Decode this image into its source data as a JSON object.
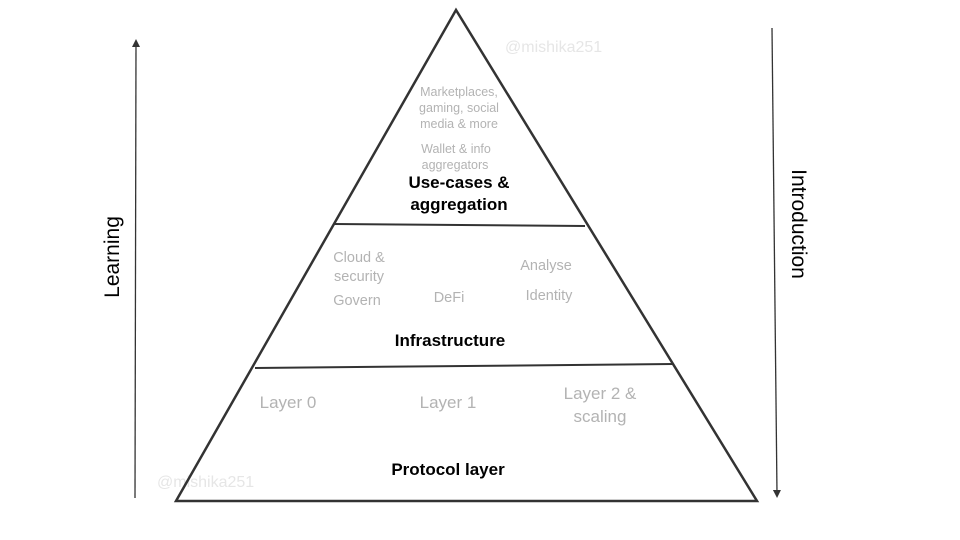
{
  "watermarks": {
    "top": "@mishika251",
    "bottom": "@mishika251"
  },
  "axes": {
    "left_label": "Learning",
    "right_label": "Introduction"
  },
  "tiers": {
    "use_cases": {
      "title_line1": "Use-cases &",
      "title_line2": "aggregation",
      "item_marketplaces_line1": "Marketplaces,",
      "item_marketplaces_line2": "gaming, social",
      "item_marketplaces_line3": "media & more",
      "item_wallet_line1": "Wallet & info",
      "item_wallet_line2": "aggregators"
    },
    "infrastructure": {
      "title": "Infrastructure",
      "item_cloud_line1": "Cloud &",
      "item_cloud_line2": "security",
      "item_govern": "Govern",
      "item_defi": "DeFi",
      "item_analyse": "Analyse",
      "item_identity": "Identity"
    },
    "protocol": {
      "title": "Protocol layer",
      "item_layer0": "Layer 0",
      "item_layer1": "Layer 1",
      "item_layer2_line1": "Layer 2 &",
      "item_layer2_line2": "scaling"
    }
  },
  "colors": {
    "outline": "#333333",
    "item_text": "#b3b3b3",
    "title_text": "#000000",
    "watermark": "#e6e6e6"
  }
}
